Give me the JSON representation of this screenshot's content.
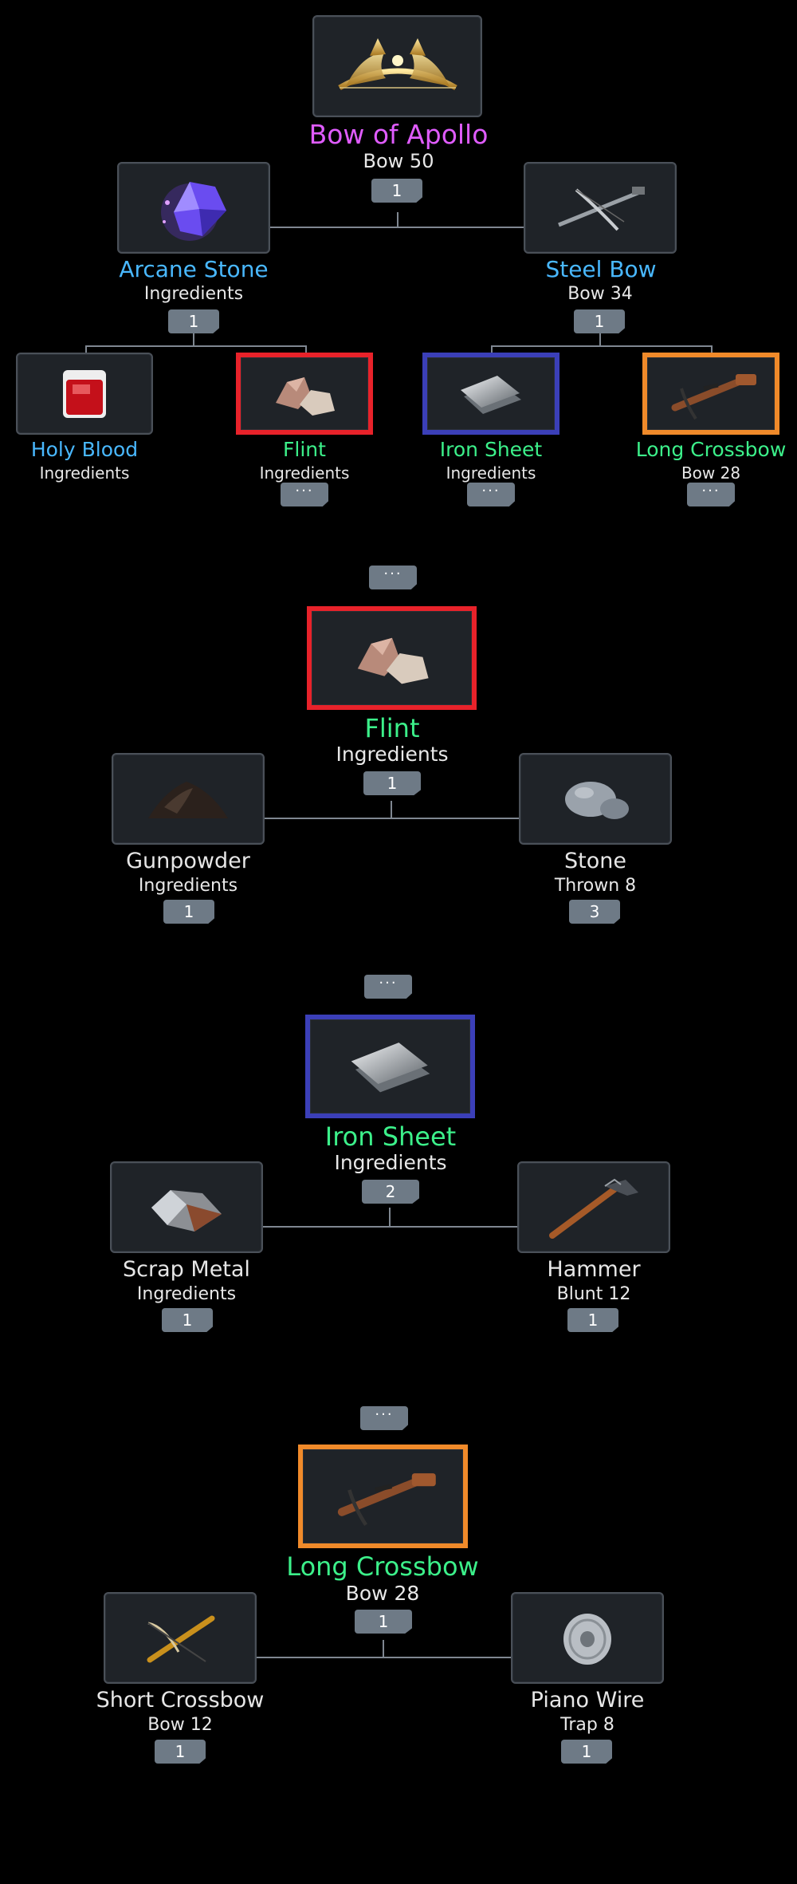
{
  "colors": {
    "legendary": "#e05cff",
    "epic": "#49b8ff",
    "rare": "#3cf08a",
    "common": "#e6e6e6",
    "flint_highlight": "#e8222a",
    "iron_sheet_highlight": "#3b3fb8",
    "long_crossbow_highlight": "#f08a2a"
  },
  "more_label": "···",
  "tree": {
    "root": {
      "name": "Bow of Apollo",
      "sub": "Bow 50",
      "qty": "1",
      "icon": "golden-bow-icon"
    },
    "left": {
      "name": "Arcane Stone",
      "sub": "Ingredients",
      "qty": "1",
      "icon": "arcane-stone-icon"
    },
    "right": {
      "name": "Steel Bow",
      "sub": "Bow 34",
      "qty": "1",
      "icon": "steel-bow-icon"
    },
    "leaves": [
      {
        "name": "Holy Blood",
        "sub": "Ingredients",
        "icon": "blood-pack-icon"
      },
      {
        "name": "Flint",
        "sub": "Ingredients",
        "icon": "flint-icon"
      },
      {
        "name": "Iron Sheet",
        "sub": "Ingredients",
        "icon": "iron-sheet-icon"
      },
      {
        "name": "Long Crossbow",
        "sub": "Bow 28",
        "icon": "long-crossbow-icon"
      }
    ]
  },
  "recipes": [
    {
      "name": "Flint",
      "sub": "Ingredients",
      "qty": "1",
      "icon": "flint-icon",
      "left": {
        "name": "Gunpowder",
        "sub": "Ingredients",
        "qty": "1",
        "icon": "gunpowder-icon"
      },
      "right": {
        "name": "Stone",
        "sub": "Thrown 8",
        "qty": "3",
        "icon": "stone-icon"
      }
    },
    {
      "name": "Iron Sheet",
      "sub": "Ingredients",
      "qty": "2",
      "icon": "iron-sheet-icon",
      "left": {
        "name": "Scrap Metal",
        "sub": "Ingredients",
        "qty": "1",
        "icon": "scrap-metal-icon"
      },
      "right": {
        "name": "Hammer",
        "sub": "Blunt 12",
        "qty": "1",
        "icon": "hammer-icon"
      }
    },
    {
      "name": "Long Crossbow",
      "sub": "Bow 28",
      "qty": "1",
      "icon": "long-crossbow-icon",
      "left": {
        "name": "Short Crossbow",
        "sub": "Bow 12",
        "qty": "1",
        "icon": "short-crossbow-icon"
      },
      "right": {
        "name": "Piano Wire",
        "sub": "Trap 8",
        "qty": "1",
        "icon": "piano-wire-icon"
      }
    }
  ]
}
